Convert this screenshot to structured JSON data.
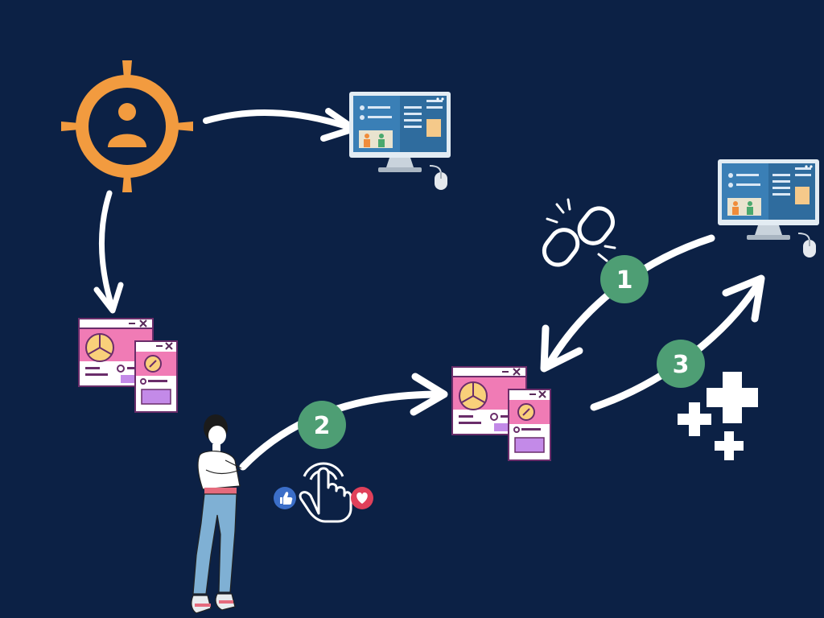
{
  "steps": [
    {
      "number": "1"
    },
    {
      "number": "2"
    },
    {
      "number": "3"
    }
  ],
  "colors": {
    "background": "#0c2145",
    "arrow": "#ffffff",
    "target_orange": "#f29b3f",
    "step_badge_green": "#4e9e74",
    "window_pink": "#f07bb5",
    "window_purple": "#c38ae8",
    "monitor_blue": "#2f6c9e",
    "like_blue": "#3b6ec8",
    "heart_red": "#e0405a"
  },
  "icons": [
    "target-user-icon",
    "desktop-monitor-icon",
    "browser-window-stack-icon",
    "broken-link-icon",
    "tap-gesture-icon",
    "thumbs-up-icon",
    "heart-icon",
    "plus-signs-icon",
    "person-illustration"
  ]
}
